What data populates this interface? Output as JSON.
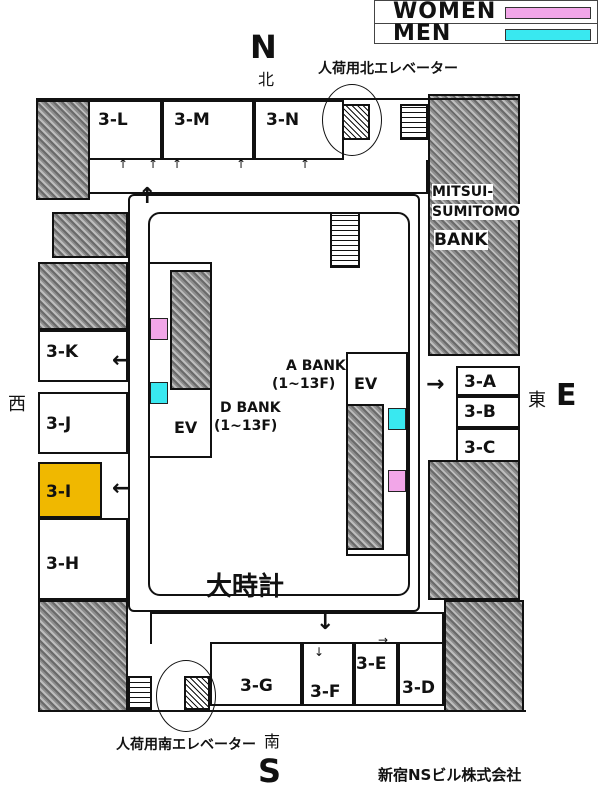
{
  "legend": {
    "women_label": "WOMEN",
    "men_label": "MEN",
    "women_color": "#f2a6e8",
    "men_color": "#39e8f0"
  },
  "compass": {
    "north_letter": "N",
    "north_kanji": "北",
    "south_letter": "S",
    "south_kanji": "南",
    "east_letter": "E",
    "east_kanji": "東",
    "west_kanji": "西"
  },
  "elevators": {
    "north_freight": "人荷用北エレベーター",
    "south_freight": "人荷用南エレベーター",
    "a_bank_title": "A BANK",
    "a_bank_floors": "(1~13F)",
    "a_bank_ev": "EV",
    "d_bank_title": "D BANK",
    "d_bank_floors": "(1~13F)",
    "d_bank_ev": "EV"
  },
  "bank": {
    "line1": "MITSUI-",
    "line2": "SUMITOMO",
    "line3": "BANK"
  },
  "clock": "大時計",
  "company": "新宿NSビル株式会社",
  "highlight_color": "#f0b800",
  "rooms": {
    "3L": "3-L",
    "3M": "3-M",
    "3N": "3-N",
    "3K": "3-K",
    "3J": "3-J",
    "3I": "3-I",
    "3H": "3-H",
    "3A": "3-A",
    "3B": "3-B",
    "3C": "3-C",
    "3G": "3-G",
    "3F": "3-F",
    "3E": "3-E",
    "3D": "3-D"
  }
}
